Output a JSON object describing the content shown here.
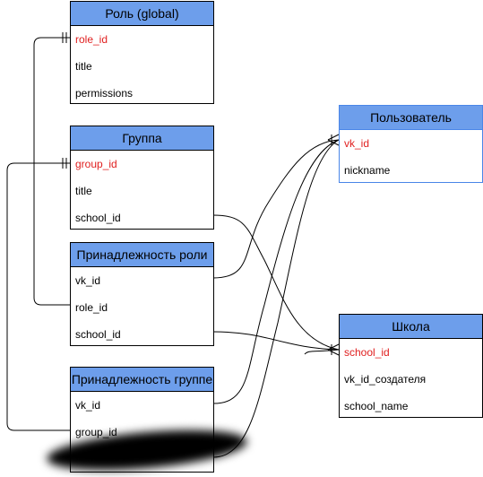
{
  "colors": {
    "header_fill": "#6d9eeb",
    "key_text": "#e02020",
    "line": "#000000",
    "user_border": "#4a86e8"
  },
  "entities": {
    "role_global": {
      "title": "Роль (global)",
      "fields": [
        {
          "name": "role_id",
          "key": true
        },
        {
          "name": "title",
          "key": false
        },
        {
          "name": "permissions",
          "key": false
        }
      ]
    },
    "group": {
      "title": "Группа",
      "fields": [
        {
          "name": "group_id",
          "key": true
        },
        {
          "name": "title",
          "key": false
        },
        {
          "name": "school_id",
          "key": false
        }
      ]
    },
    "role_membership": {
      "title": "Принадлежность роли",
      "fields": [
        {
          "name": "vk_id",
          "key": false
        },
        {
          "name": "role_id",
          "key": false
        },
        {
          "name": "school_id",
          "key": false
        }
      ]
    },
    "group_membership": {
      "title": "Принадлежность группе",
      "fields": [
        {
          "name": "vk_id",
          "key": false
        },
        {
          "name": "group_id",
          "key": false
        }
      ]
    },
    "user": {
      "title": "Пользователь",
      "fields": [
        {
          "name": "vk_id",
          "key": true
        },
        {
          "name": "nickname",
          "key": false
        }
      ]
    },
    "school": {
      "title": "Школа",
      "fields": [
        {
          "name": "school_id",
          "key": true
        },
        {
          "name": "vk_id_создателя",
          "key": false
        },
        {
          "name": "school_name",
          "key": false
        }
      ]
    }
  },
  "redacted_field": "redacted-scribble"
}
